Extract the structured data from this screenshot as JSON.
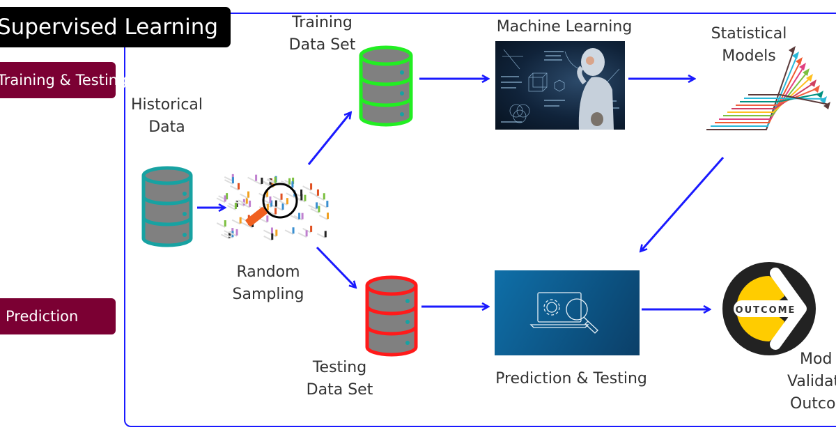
{
  "diagram": {
    "title": "Supervised Learning",
    "phases": [
      {
        "label": "Training & Testing"
      },
      {
        "label": "Prediction"
      }
    ],
    "nodes": {
      "historical_data": {
        "line1": "Historical",
        "line2": "Data",
        "icon": "database-icon",
        "color": "#17a2a2"
      },
      "random_sampling": {
        "line1": "Random",
        "line2": "Sampling",
        "icon": "crowd-magnifier-icon"
      },
      "training_set": {
        "line1": "Training",
        "line2": "Data Set",
        "icon": "database-icon",
        "color": "#22ee22"
      },
      "testing_set": {
        "line1": "Testing",
        "line2": "Data Set",
        "icon": "database-icon",
        "color": "#ff1a1a"
      },
      "machine_learning": {
        "label": "Machine Learning",
        "icon": "robot-image"
      },
      "statistical_models": {
        "line1": "Statistical",
        "line2": "Models",
        "icon": "multicolor-arrows-icon"
      },
      "prediction_testing": {
        "label": "Prediction & Testing",
        "icon": "laptop-gear-magnifier-icon"
      },
      "outcome": {
        "badge_text": "OUTCOME",
        "line1": "Model",
        "line2": "Validation",
        "line3": "Outcome",
        "visible_line1": "Mod",
        "visible_line2": "Validat",
        "visible_line3": "Outco",
        "icon": "outcome-arrow-icon"
      }
    },
    "edges": [
      {
        "from": "historical_data",
        "to": "random_sampling"
      },
      {
        "from": "random_sampling",
        "to": "training_set"
      },
      {
        "from": "random_sampling",
        "to": "testing_set"
      },
      {
        "from": "training_set",
        "to": "machine_learning"
      },
      {
        "from": "machine_learning",
        "to": "statistical_models"
      },
      {
        "from": "statistical_models",
        "to": "prediction_testing"
      },
      {
        "from": "testing_set",
        "to": "prediction_testing"
      },
      {
        "from": "prediction_testing",
        "to": "outcome"
      }
    ],
    "colors": {
      "arrow": "#1a1aff",
      "phase_badge": "#7b0033",
      "title_badge": "#000000",
      "db_fill": "#808080",
      "outcome_yellow": "#ffcc00"
    }
  }
}
